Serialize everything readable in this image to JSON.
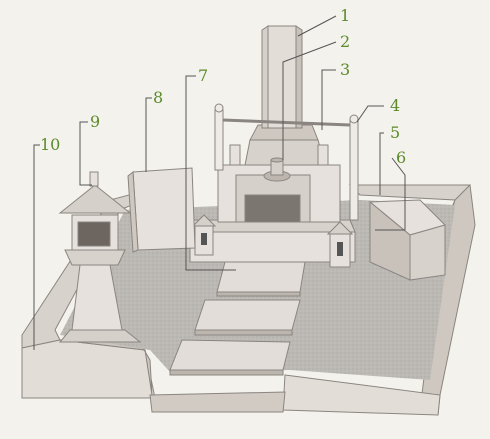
{
  "labels": [
    {
      "id": "1",
      "text": "1"
    },
    {
      "id": "2",
      "text": "2"
    },
    {
      "id": "3",
      "text": "3"
    },
    {
      "id": "4",
      "text": "4"
    },
    {
      "id": "5",
      "text": "5"
    },
    {
      "id": "6",
      "text": "6"
    },
    {
      "id": "7",
      "text": "7"
    },
    {
      "id": "8",
      "text": "8"
    },
    {
      "id": "9",
      "text": "9"
    },
    {
      "id": "10",
      "text": "10"
    }
  ],
  "colors": {
    "label": "#5a8a2a",
    "stone_light": "#e6e1dc",
    "stone_mid": "#d6d0ca",
    "stone_dark": "#bdb6af",
    "gravel": "#b9b6b1",
    "background": "#f4f2ec"
  }
}
